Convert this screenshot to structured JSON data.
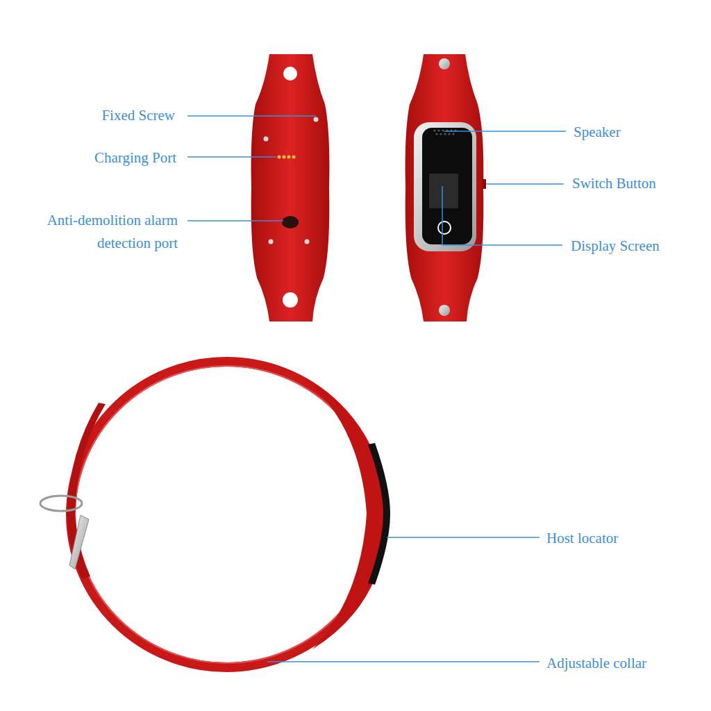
{
  "diagram": {
    "labels": [
      "Fixed Screw",
      "Charging Port",
      "Anti-demolition alarm detection port",
      "Speaker",
      "Switch Button",
      "Display Screen",
      "Host locator",
      "Adjustable collar"
    ]
  }
}
